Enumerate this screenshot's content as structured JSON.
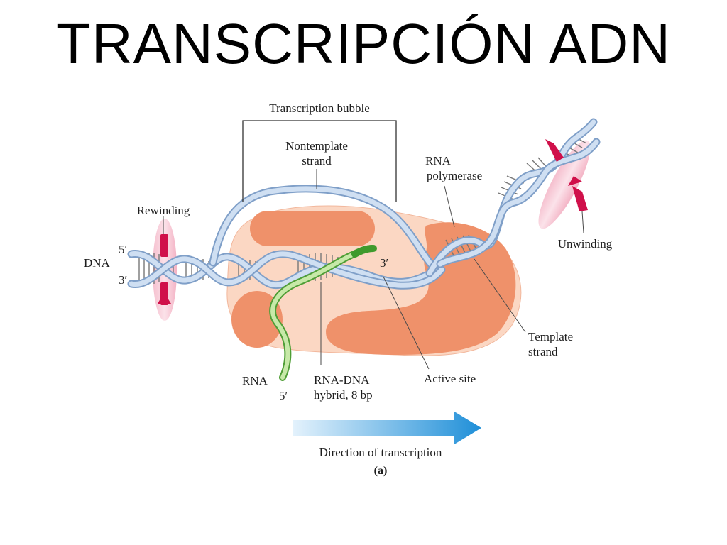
{
  "title": "TRANSCRIPCIÓN ADN",
  "labels": {
    "transcription_bubble": "Transcription bubble",
    "nontemplate_1": "Nontemplate",
    "nontemplate_2": "strand",
    "rna_polymerase_1": "RNA",
    "rna_polymerase_2": "polymerase",
    "rewinding": "Rewinding",
    "unwinding": "Unwinding",
    "dna": "DNA",
    "five_prime_top": "5′",
    "three_prime_bottom": "3′",
    "three_prime_rna": "3′",
    "rna": "RNA",
    "five_prime_rna": "5′",
    "hybrid_1": "RNA-DNA",
    "hybrid_2": "hybrid, 8 bp",
    "active_site": "Active site",
    "template_1": "Template",
    "template_2": "strand",
    "direction": "Direction of transcription",
    "panel": "(a)"
  },
  "colors": {
    "polymerase_body": "#fbd7c3",
    "polymerase_dark": "#ef916a",
    "dna_strand": "#b4cce8",
    "rna_strand": "#6dbf4e",
    "rotation_arrow": "#d0104a",
    "direction_arrow": "#1f8fd8"
  }
}
